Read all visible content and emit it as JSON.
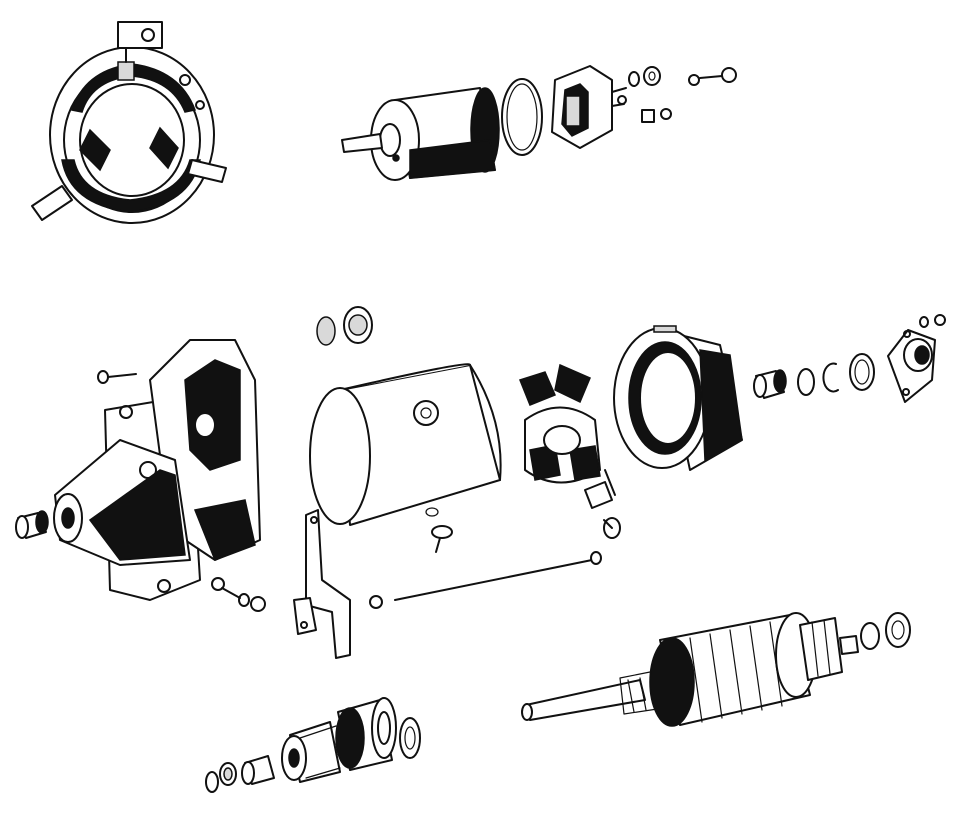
{
  "diagram": {
    "kind": "exploded-view",
    "subject": "starter-motor",
    "style": "black line art on white",
    "colors": {
      "ink": "#111111",
      "background": "#ffffff",
      "shade": "#d9d9d9"
    },
    "parts": [
      "brush-holder-assembly",
      "solenoid-body",
      "solenoid-seal-ring",
      "solenoid-cap",
      "terminal-nuts",
      "terminal-bolt",
      "drive-end-housing",
      "housing-bolt",
      "bushing",
      "pivot-bolt",
      "field-frame",
      "rubber-grommets",
      "frame-screw",
      "shift-fork",
      "brush-plate",
      "commutator-end-cover",
      "end-bushing",
      "washers",
      "end-cap",
      "through-bolt",
      "armature",
      "thrust-washers",
      "drive-pinion",
      "drive-clutch",
      "pinion-washers"
    ]
  }
}
